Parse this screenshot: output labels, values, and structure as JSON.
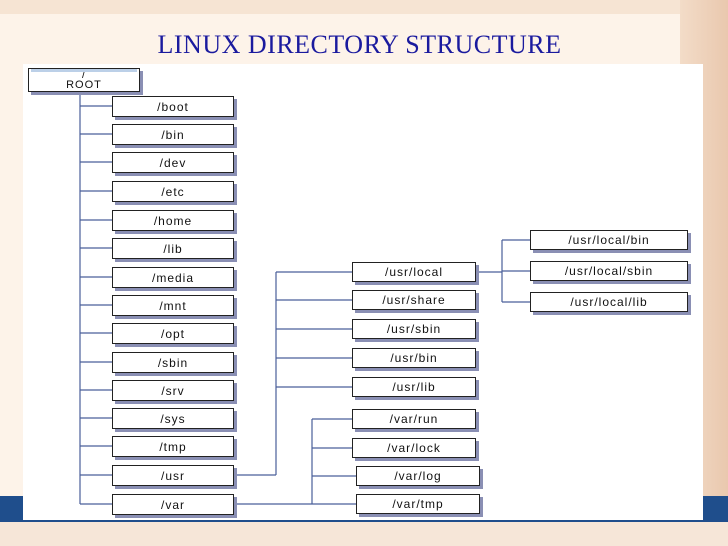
{
  "title": "LINUX DIRECTORY STRUCTURE",
  "root": {
    "slash": "/",
    "label": "ROOT"
  },
  "top_level": [
    "/boot",
    "/bin",
    "/dev",
    "/etc",
    "/home",
    "/lib",
    "/media",
    "/mnt",
    "/opt",
    "/sbin",
    "/srv",
    "/sys",
    "/tmp",
    "/usr",
    "/var"
  ],
  "usr_children": [
    "/usr/local",
    "/usr/share",
    "/usr/sbin",
    "/usr/bin",
    "/usr/lib"
  ],
  "var_children": [
    "/var/run",
    "/var/lock",
    "/var/log",
    "/var/tmp"
  ],
  "usr_local_children": [
    "/usr/local/bin",
    "/usr/local/sbin",
    "/usr/local/lib"
  ],
  "colors": {
    "title": "#1a1a9e",
    "connector": "#4a5f9a",
    "box_shadow": "#8a8fb4",
    "band": "#1f4e8c"
  }
}
